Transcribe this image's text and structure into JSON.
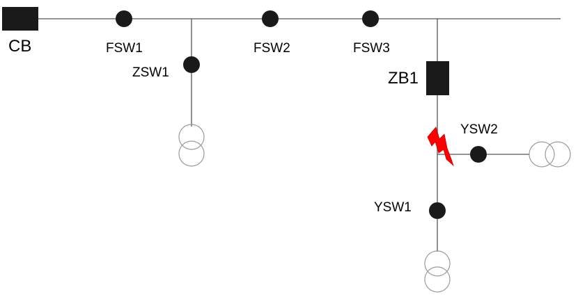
{
  "diagram": {
    "nodes": {
      "cb": "CB",
      "fsw1": "FSW1",
      "fsw2": "FSW2",
      "fsw3": "FSW3",
      "zsw1": "ZSW1",
      "zb1": "ZB1",
      "ysw1": "YSW1",
      "ysw2": "YSW2"
    },
    "colors": {
      "device_fill": "#1a1a1a",
      "line": "#555555",
      "transformer": "#9a9a9a",
      "fault": "#ff0000"
    },
    "symbols": {
      "fault": "lightning-bolt-icon",
      "transformer": "transformer-icon"
    }
  }
}
